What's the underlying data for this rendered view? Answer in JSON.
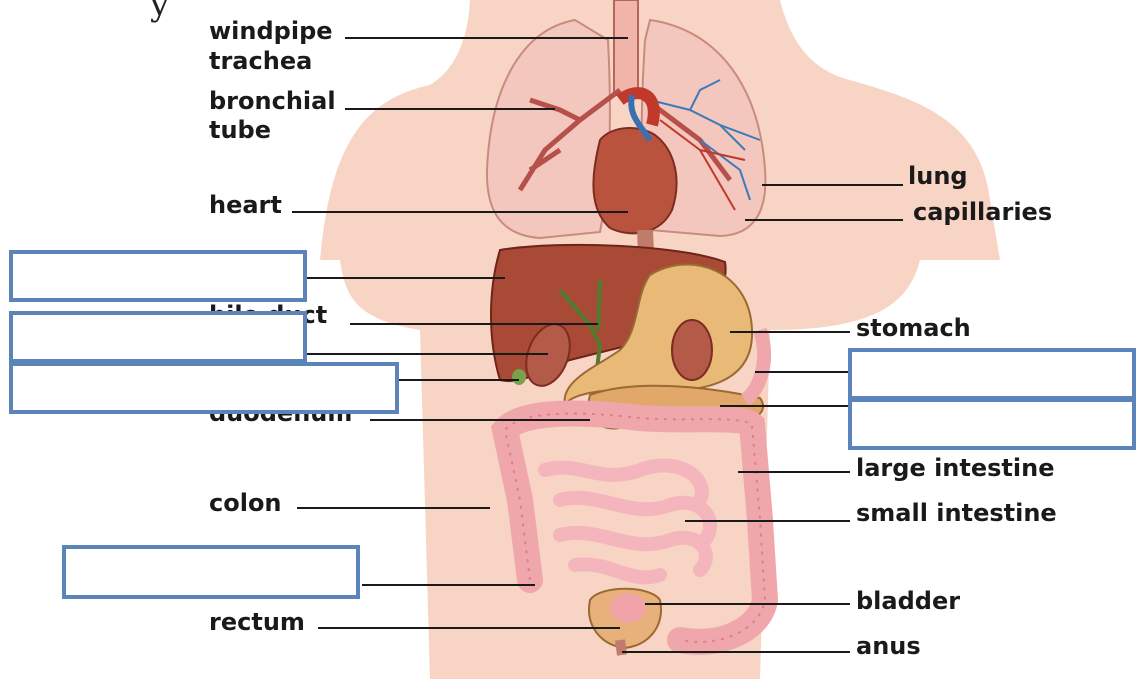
{
  "title_fragment": "y",
  "labels": {
    "windpipe": "windpipe",
    "trachea": "trachea",
    "bronchial": "bronchial",
    "tube": "tube",
    "heart": "heart",
    "lung": "lung",
    "capillaries": "capillaries",
    "bile_duct": "bile duct",
    "duodenum": "duodenum",
    "stomach": "stomach",
    "large_intestine": "large intestine",
    "small_intestine": "small intestine",
    "colon": "colon",
    "bladder": "bladder",
    "rectum": "rectum",
    "anus": "anus"
  },
  "answer_blanks": [
    {
      "id": "liver",
      "value": ""
    },
    {
      "id": "gallbladder",
      "value": ""
    },
    {
      "id": "pancreas-left",
      "value": ""
    },
    {
      "id": "esophagus",
      "value": ""
    },
    {
      "id": "pancreas-right",
      "value": ""
    },
    {
      "id": "appendix",
      "value": ""
    }
  ],
  "colors": {
    "body": "#f7d2c2",
    "organ_outline": "#8a3a2a",
    "blank_border": "#5b84b8",
    "leader_line": "#1a1a1a"
  }
}
